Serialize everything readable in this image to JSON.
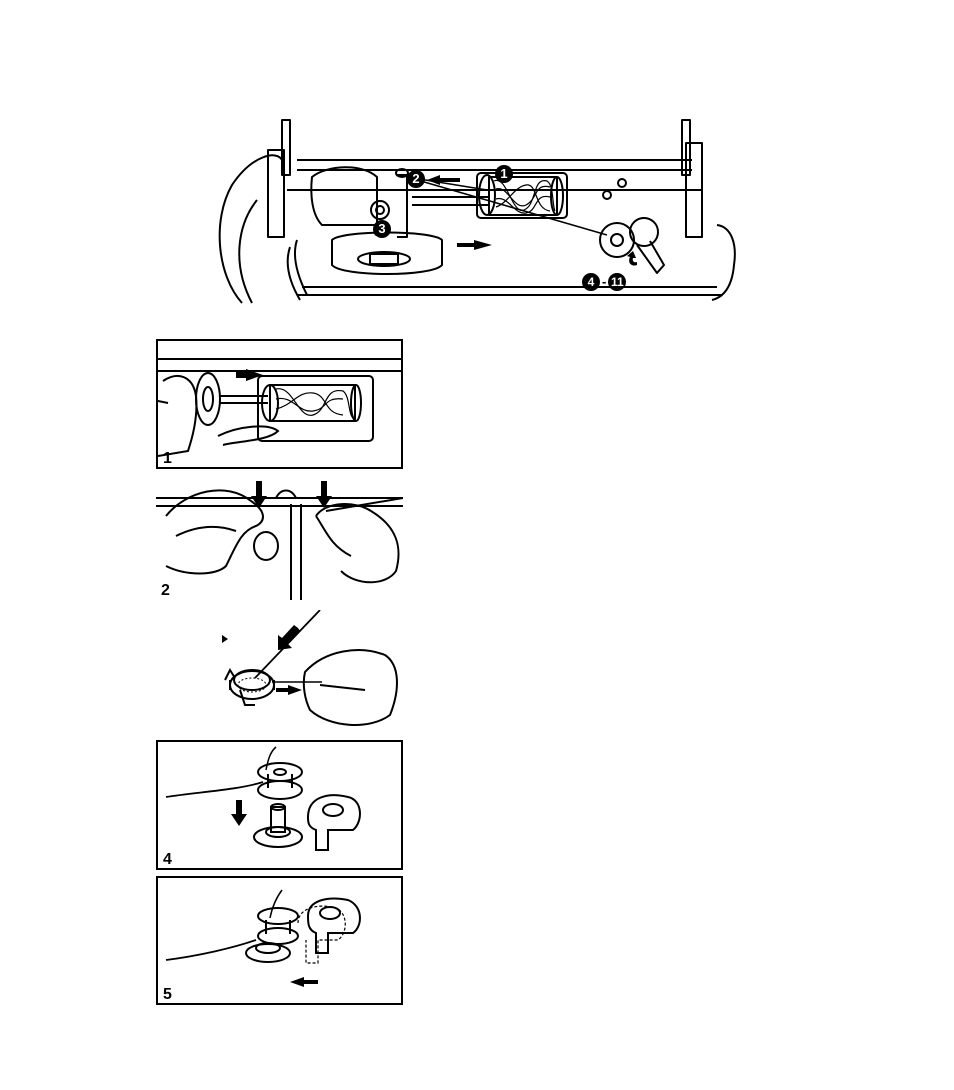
{
  "overview": {
    "callouts": {
      "c1": "1",
      "c2": "2",
      "c3": "3",
      "c4_start": "4",
      "c4_dash": "-",
      "c4_end": "11"
    }
  },
  "steps": [
    {
      "label": "1",
      "icon": "thread-spool-on-pin-icon"
    },
    {
      "label": "2",
      "icon": "thread-through-guide-icon"
    },
    {
      "label": "",
      "icon": "thread-through-bobbin-hole-icon"
    },
    {
      "label": "4",
      "icon": "bobbin-on-winder-shaft-icon"
    },
    {
      "label": "5",
      "icon": "push-bobbin-winder-icon"
    }
  ]
}
